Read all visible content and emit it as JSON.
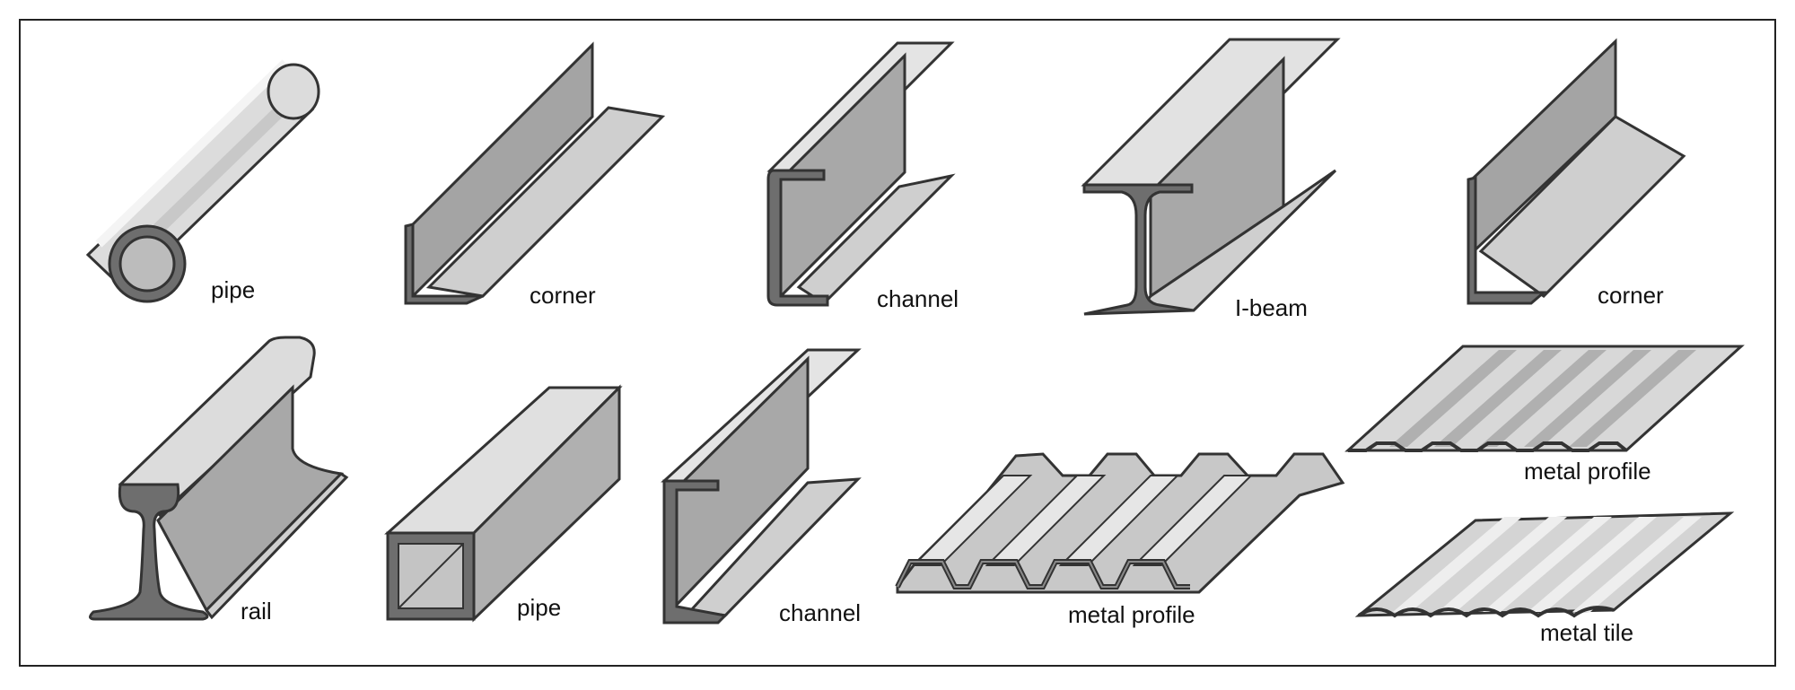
{
  "colors": {
    "light": "#dcdcdc",
    "light2": "#e8e8e8",
    "mid": "#b4b4b4",
    "dark": "#9c9c9c",
    "section": "#6e6e6e",
    "stroke": "#333333",
    "frame": "#222222"
  },
  "labels": {
    "pipe_round": "pipe",
    "corner_1": "corner",
    "channel_1": "channel",
    "ibeam": "I-beam",
    "corner_2": "corner",
    "rail": "rail",
    "pipe_square": "pipe",
    "channel_2": "channel",
    "metal_profile_trapezoid": "metal profile",
    "metal_profile_corrugated": "metal profile",
    "metal_tile": "metal tile"
  }
}
